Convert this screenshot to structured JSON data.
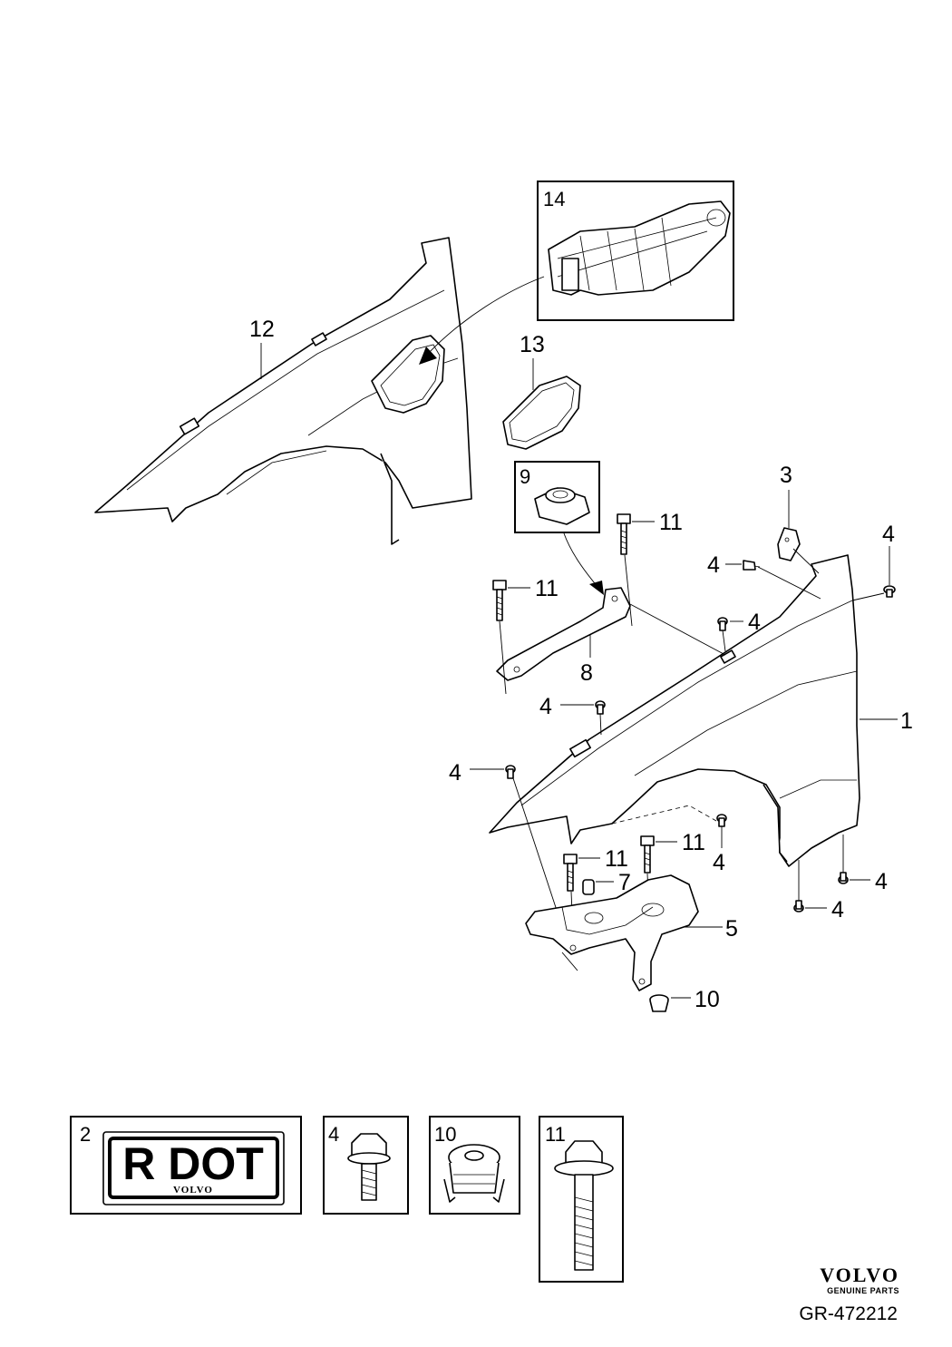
{
  "callouts": {
    "c1": "1",
    "c3": "3",
    "c4a": "4",
    "c4b": "4",
    "c4c": "4",
    "c4d": "4",
    "c4e": "4",
    "c4f": "4",
    "c4g": "4",
    "c4h": "4",
    "c5": "5",
    "c7": "7",
    "c8": "8",
    "c10": "10",
    "c11a": "11",
    "c11b": "11",
    "c11c": "11",
    "c11d": "11",
    "c12": "12",
    "c13": "13"
  },
  "boxes": {
    "b14": "14",
    "b9": "9",
    "b2": "2",
    "b4": "4",
    "b10": "10",
    "b11": "11"
  },
  "plate": {
    "text": "R DOT",
    "brand": "VOLVO"
  },
  "footer": {
    "brand": "VOLVO",
    "tagline": "GENUINE PARTS",
    "reference": "GR-472212"
  }
}
